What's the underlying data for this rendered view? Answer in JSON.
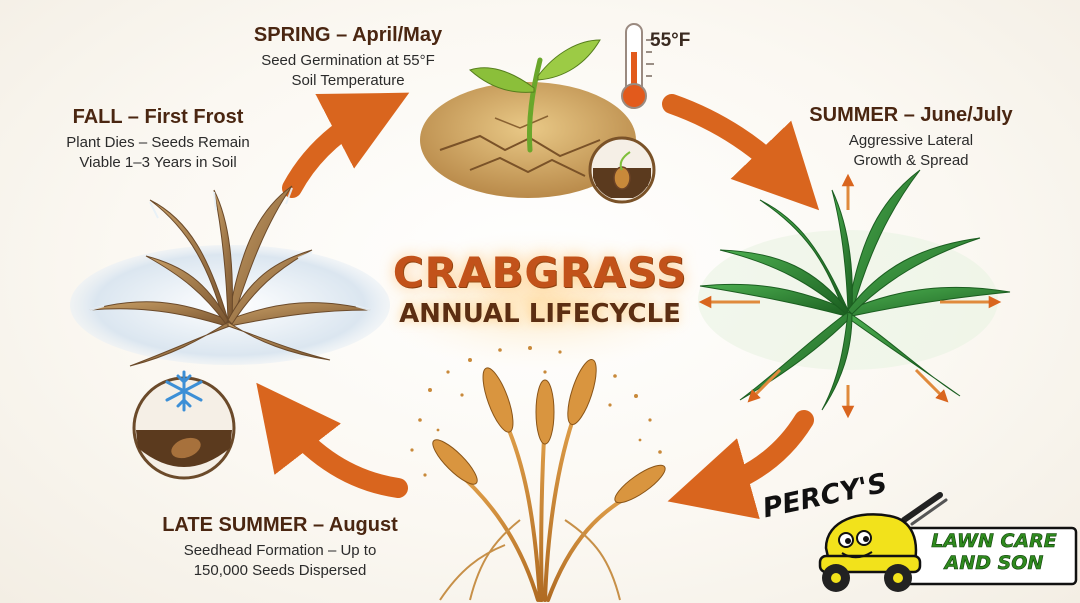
{
  "title": {
    "line1": "CRABGRASS",
    "line2": "ANNUAL LIFECYCLE"
  },
  "stages": {
    "spring": {
      "title": "SPRING – April/May",
      "desc1": "Seed Germination at 55°F",
      "desc2": "Soil Temperature"
    },
    "summer": {
      "title": "SUMMER – June/July",
      "desc1": "Aggressive Lateral",
      "desc2": "Growth & Spread"
    },
    "late_summer": {
      "title": "LATE SUMMER – August",
      "desc1": "Seedhead Formation – Up to",
      "desc2": "150,000 Seeds Dispersed"
    },
    "fall": {
      "title": "FALL – First Frost",
      "desc1": "Plant Dies – Seeds Remain",
      "desc2": "Viable 1–3 Years in Soil"
    }
  },
  "thermometer": {
    "reading": "55°F"
  },
  "logo": {
    "name": "PERCY'S",
    "tagline1": "LAWN CARE",
    "tagline2": "AND SON"
  },
  "colors": {
    "arrow": "#d9651e",
    "title_orange": "#c2521a",
    "grass_green": "#2e7d32",
    "seed_gold": "#c8893a",
    "frost_blue": "#bcd4e6",
    "soil_brown": "#6b4226",
    "logo_green": "#2f8a1e",
    "mower_yellow": "#f2e21b"
  },
  "icons": [
    "arrow-icon",
    "thermometer-icon",
    "snowflake-icon",
    "seed-icon",
    "mower-icon"
  ]
}
